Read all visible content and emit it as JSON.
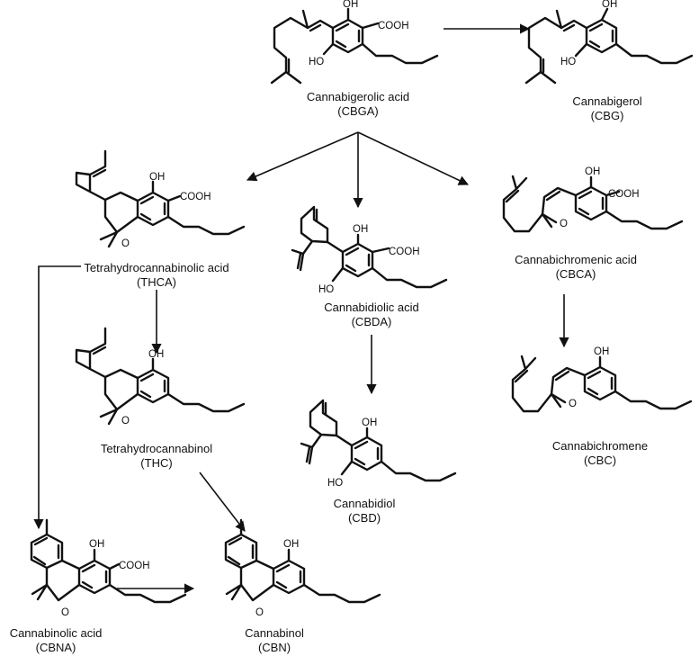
{
  "compounds": {
    "cbga": {
      "name": "Cannabigerolic acid",
      "abbr": "(CBGA)"
    },
    "cbg": {
      "name": "Cannabigerol",
      "abbr": "(CBG)"
    },
    "thca": {
      "name": "Tetrahydrocannabinolic acid",
      "abbr": "(THCA)"
    },
    "cbda": {
      "name": "Cannabidiolic acid",
      "abbr": "(CBDA)"
    },
    "cbca": {
      "name": "Cannabichromenic acid",
      "abbr": "(CBCA)"
    },
    "thc": {
      "name": "Tetrahydrocannabinol",
      "abbr": "(THC)"
    },
    "cbd": {
      "name": "Cannabidiol",
      "abbr": "(CBD)"
    },
    "cbc": {
      "name": "Cannabichromene",
      "abbr": "(CBC)"
    },
    "cbna": {
      "name": "Cannabinolic acid",
      "abbr": "(CBNA)"
    },
    "cbn": {
      "name": "Cannabinol",
      "abbr": "(CBN)"
    }
  },
  "groups": {
    "oh": "OH",
    "ho": "HO",
    "cooh": "COOH",
    "o": "O"
  }
}
